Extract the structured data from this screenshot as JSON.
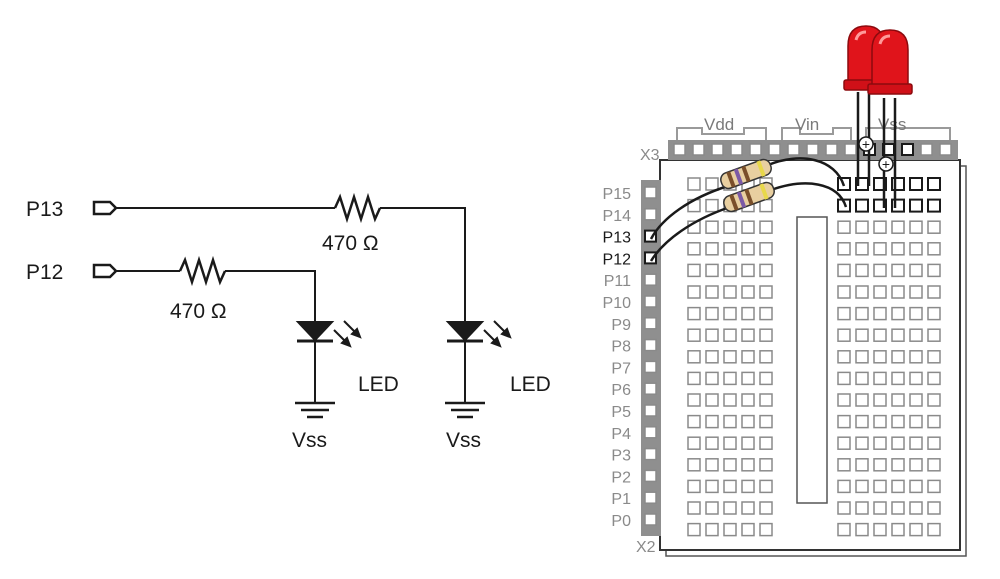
{
  "schematic": {
    "pin_a": "P13",
    "pin_b": "P12",
    "resistor_a": "470 Ω",
    "resistor_b": "470 Ω",
    "led_a": "LED",
    "led_b": "LED",
    "ground_a": "Vss",
    "ground_b": "Vss"
  },
  "board": {
    "header_top": "X3",
    "header_side": "X2",
    "supply_labels": [
      "Vdd",
      "Vin",
      "Vss"
    ],
    "io_pins": [
      "P15",
      "P14",
      "P13",
      "P12",
      "P11",
      "P10",
      "P9",
      "P8",
      "P7",
      "P6",
      "P5",
      "P4",
      "P3",
      "P2",
      "P1",
      "P0"
    ],
    "active_pins": [
      "P13",
      "P12"
    ],
    "led_polarity": "+"
  },
  "colors": {
    "ink": "#1a1a1a",
    "header": "#8f8f8f",
    "led_red": "#e0141b",
    "resistor_body": "#e8cfa0"
  }
}
